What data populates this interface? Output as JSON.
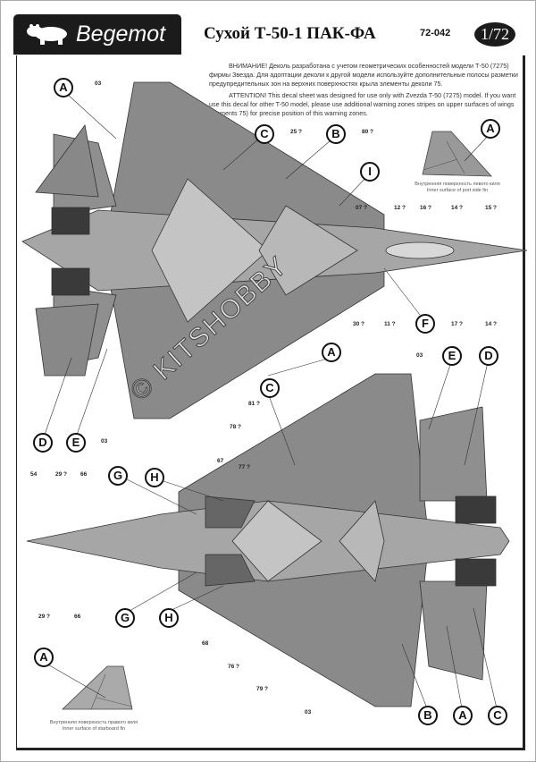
{
  "header": {
    "brand": "Begemot",
    "title": "Сухой  Т-50-1 ПАК-ФА",
    "code": "72-042",
    "scale": "1/72"
  },
  "notes": {
    "ru": "ВНИМАНИЕ! Деколь разработана с учетом геометрических особенностей модели Т-50 (7275) фирмы Звезда. Для адоптации деколи к другой модели используйте дополнительные полосы разметки предупредительных зон на верхних поверхностях крыла элементы деколи 75.",
    "en": "ATTENTION! This decal sheet was designed for use only with Zvezda T-50 (7275) model. If you want use this decal for other T-50 model, please use additional warning zones stripes on upper surfaces of wings (elements 75) for precise position of this warning zones."
  },
  "captions": {
    "port_ru": "Внутренняя поверхность левого киля",
    "port_en": "Inner surface of port side fin",
    "stbd_ru": "Внутренняя поверхность правого киля",
    "stbd_en": "Inner surface of starboard fin"
  },
  "watermark": "© KITSHOBBY",
  "callouts": [
    "A",
    "A",
    "C",
    "B",
    "I",
    "F",
    "D",
    "E",
    "A",
    "E",
    "D",
    "C",
    "G",
    "H",
    "G",
    "H",
    "B",
    "A",
    "C",
    "A"
  ],
  "labels": [
    "03",
    "25 ?",
    "80 ?",
    "07 ?",
    "12 ?",
    "16 ?",
    "14 ?",
    "15 ?",
    "30 ?",
    "11 ?",
    "17 ?",
    "14 ?",
    "03",
    "03",
    "81 ?",
    "78 ?",
    "67",
    "77 ?",
    "54",
    "29 ?",
    "66",
    "29 ?",
    "66",
    "68",
    "76 ?",
    "79 ?",
    "03"
  ]
}
